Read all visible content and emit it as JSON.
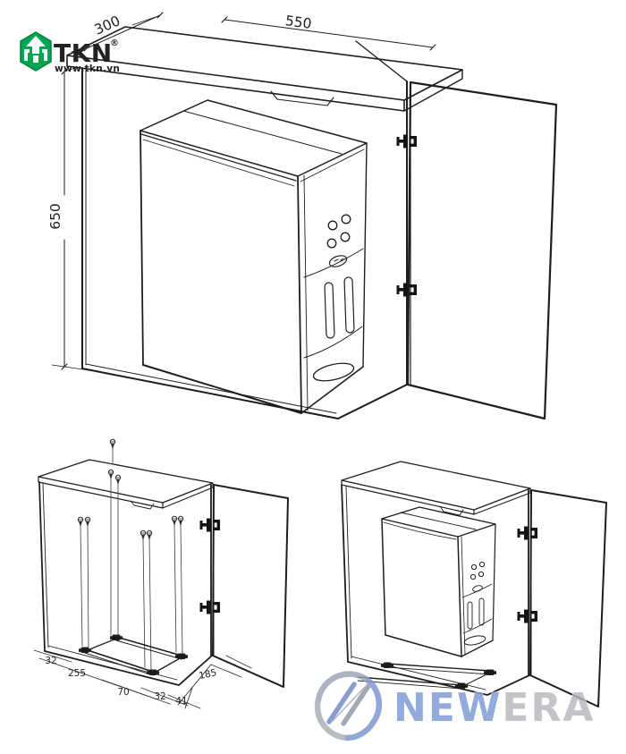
{
  "canvas": {
    "background": "#ffffff",
    "line_color": "#1e1e1e"
  },
  "logos": {
    "tkn": {
      "text": "TKN",
      "registered": "®",
      "website": "www.tkn.vn",
      "green": "#00A651"
    },
    "newera": {
      "new": "NEW",
      "era": "ERA",
      "blue": "#7C98D5",
      "gray": "#B5B8BF"
    }
  },
  "main_drawing": {
    "dims": {
      "depth": "300",
      "width": "550",
      "height": "650"
    }
  },
  "install_drawing": {
    "dims": [
      "32",
      "255",
      "70",
      "32",
      "41",
      "185"
    ]
  }
}
